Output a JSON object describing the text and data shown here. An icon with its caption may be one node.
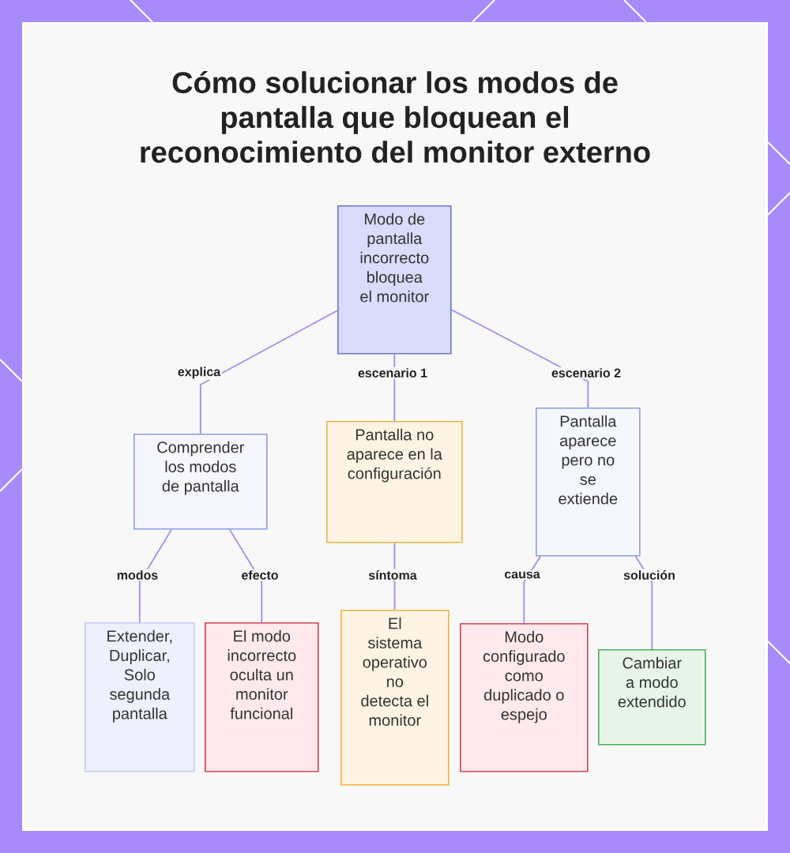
{
  "diagram": {
    "title": "Cómo solucionar los modos de pantalla que bloquean el reconocimiento del monitor externo",
    "nodes": [
      {
        "text": [
          "Modo de pantalla incorrecto bloquea el monitor"
        ]
      },
      {
        "text": [
          "Comprender los modos de pantalla"
        ]
      },
      {
        "text": [
          "Pantalla no aparece en la configuración"
        ]
      },
      {
        "text": [
          "Pantalla aparece pero no se extiende"
        ]
      },
      {
        "text": [
          "Extender, Duplicar, Solo segunda pantalla"
        ]
      },
      {
        "text": [
          "El modo incorrecto oculta un monitor funcional"
        ]
      },
      {
        "text": [
          "El sistema operativo no detecta el monitor"
        ]
      },
      {
        "text": [
          "Modo configurado como duplicado o espejo"
        ]
      },
      {
        "text": [
          "Cambiar a modo extendido"
        ]
      }
    ],
    "edges": [
      {
        "from": 0,
        "to": 1,
        "arrow": "none",
        "label": "explica"
      },
      {
        "from": 0,
        "to": 2,
        "arrow": "none",
        "label": "escenario 1"
      },
      {
        "from": 0,
        "to": 3,
        "arrow": "none",
        "label": "escenario 2"
      },
      {
        "from": 1,
        "to": 4,
        "arrow": "none",
        "label": "modos"
      },
      {
        "from": 1,
        "to": 5,
        "arrow": "none",
        "label": "efecto"
      },
      {
        "from": 2,
        "to": 6,
        "arrow": "none",
        "label": "síntoma"
      },
      {
        "from": 3,
        "to": 7,
        "arrow": "none",
        "label": "causa"
      },
      {
        "from": 3,
        "to": 8,
        "arrow": "none",
        "label": "solución"
      }
    ]
  }
}
